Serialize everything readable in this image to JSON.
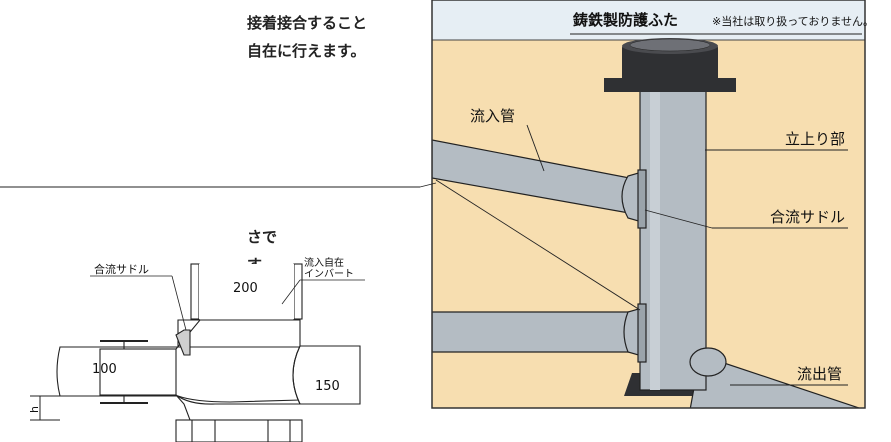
{
  "left_text": {
    "line1": "接着接合すること",
    "line2": "自在に行えます。",
    "line3": "さで",
    "line4": "す。"
  },
  "section_labels": {
    "saddle": "合流サドル",
    "invert": [
      "流入自在",
      "インバート"
    ],
    "size_200": "200",
    "size_100": "100",
    "size_150": "150",
    "h": "h"
  },
  "main_labels": {
    "cover": "鋳鉄製防護ふた",
    "cover_note": "※当社は取り扱っておりません。",
    "inflow_pipe": "流入管",
    "riser": "立上り部",
    "saddle": "合流サドル",
    "outflow_pipe": "流出管"
  },
  "colors": {
    "soil": "#f7deb0",
    "sky": "#e6eef4",
    "pipe": "#b4bcc3",
    "dark": "#2f3033",
    "line": "#222222"
  }
}
